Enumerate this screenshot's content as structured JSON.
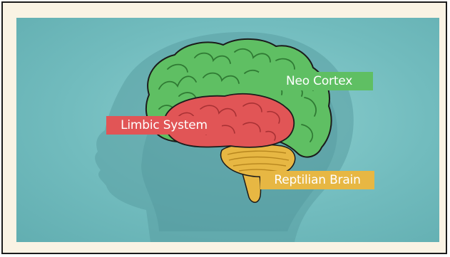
{
  "labels": {
    "neo_cortex": "Neo Cortex",
    "limbic_system": "Limbic System",
    "reptilian_brain": "Reptilian Brain"
  },
  "colors": {
    "background": "#72bcbe",
    "head_silhouette": "#5a9ea2",
    "neo_cortex": "#5fbf63",
    "limbic_system": "#e15556",
    "reptilian_brain": "#e7b743",
    "outline": "#1b1b1b"
  }
}
